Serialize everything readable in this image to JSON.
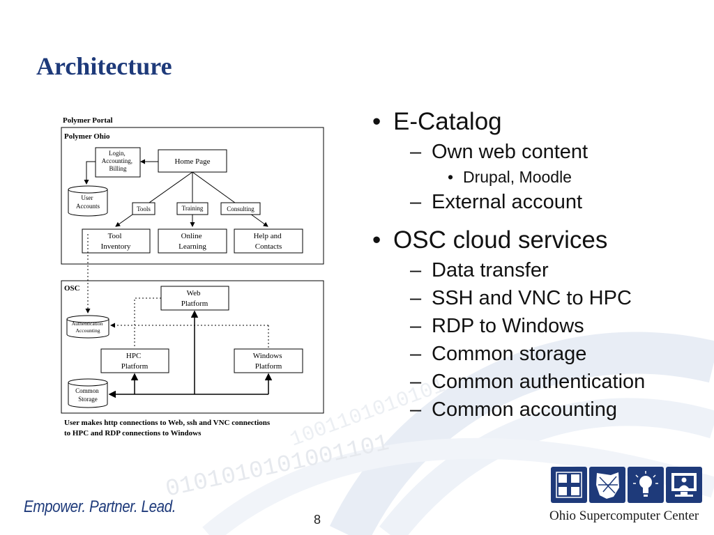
{
  "slide": {
    "title": "Architecture",
    "page_number": "8",
    "tagline": "Empower. Partner. Lead.",
    "organization": "Ohio Supercomputer Center",
    "brand_color": "#1e3a7a",
    "logo_icons": [
      "molecule-icon",
      "ohio-map-icon",
      "lightbulb-icon",
      "monitor-icon"
    ]
  },
  "diagram": {
    "portal_label": "Polymer Portal",
    "polymer_ohio_label": "Polymer Ohio",
    "osc_label": "OSC",
    "nodes": {
      "login": [
        "Login,",
        "Accounting,",
        "Billing"
      ],
      "home": [
        "Home Page"
      ],
      "user_accounts": [
        "User",
        "Accounts"
      ],
      "tools_tag": [
        "Tools"
      ],
      "training_tag": [
        "Training"
      ],
      "consulting_tag": [
        "Consulting"
      ],
      "tool_inventory": [
        "Tool",
        "Inventory"
      ],
      "online_learning": [
        "Online",
        "Learning"
      ],
      "help_contacts": [
        "Help and",
        "Contacts"
      ],
      "web_platform": [
        "Web",
        "Platform"
      ],
      "auth_accounting": [
        "Authentication",
        "Accounting"
      ],
      "hpc_platform": [
        "HPC",
        "Platform"
      ],
      "windows_platform": [
        "Windows",
        "Platform"
      ],
      "common_storage": [
        "Common",
        "Storage"
      ]
    },
    "caption": [
      "User makes http connections to Web, ssh and VNC connections",
      "to HPC and RDP connections to Windows"
    ]
  },
  "bullets": {
    "ecatalog": "E-Catalog",
    "own_web_content": "Own web content",
    "drupal_moodle": "Drupal, Moodle",
    "external_account": "External account",
    "osc_cloud": "OSC cloud services",
    "data_transfer": "Data transfer",
    "ssh_vnc": "SSH and VNC to HPC",
    "rdp_windows": "RDP to Windows",
    "common_storage": "Common storage",
    "common_auth": "Common authentication",
    "common_accounting": "Common accounting"
  }
}
